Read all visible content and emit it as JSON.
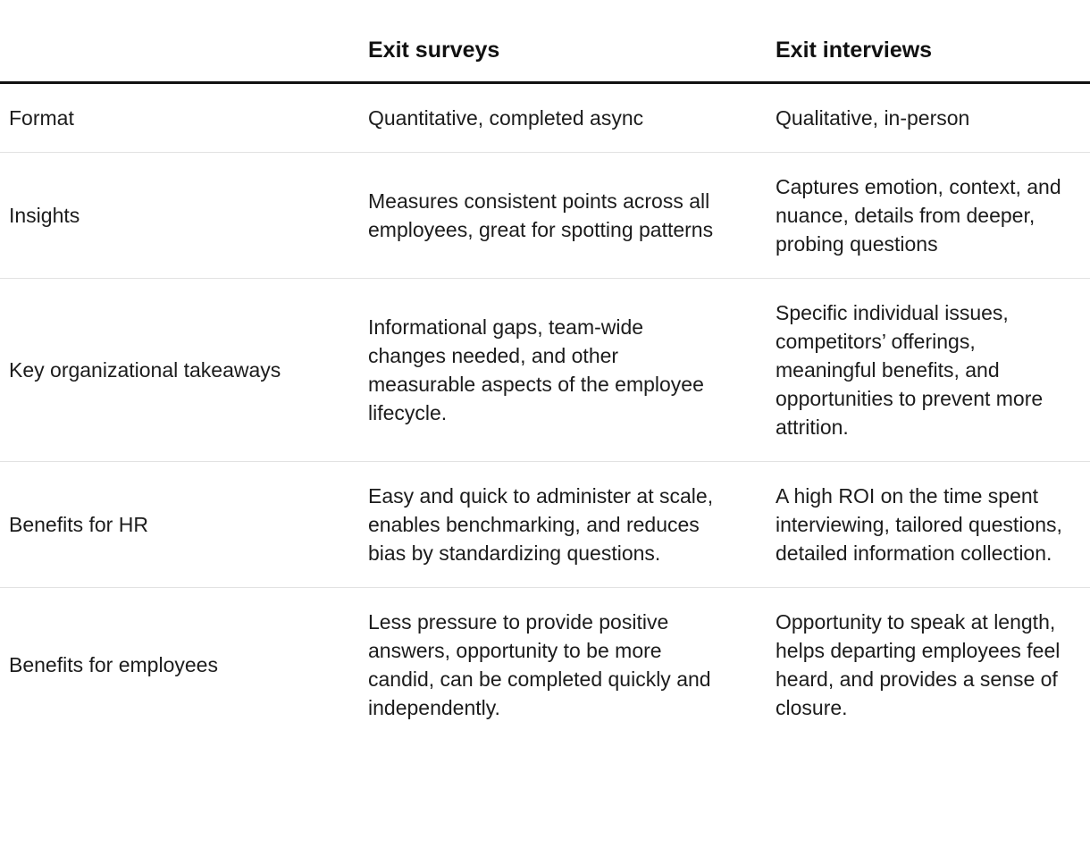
{
  "table": {
    "columns": [
      "",
      "Exit surveys",
      "Exit interviews"
    ],
    "rows": [
      [
        "Format",
        "Quantitative, completed async",
        "Qualitative, in-person"
      ],
      [
        "Insights",
        "Measures consistent points across all employees, great for spotting patterns",
        "Captures emotion, context, and nuance, details from deeper, probing questions"
      ],
      [
        "Key organizational takeaways",
        "Informational gaps, team-wide changes needed, and other measurable aspects of the employee lifecycle.",
        "Specific individual issues, competitors’ offerings, meaningful benefits, and opportunities to prevent more attrition."
      ],
      [
        "Benefits for HR",
        "Easy and quick to administer at scale, enables benchmarking, and reduces bias by standardizing questions.",
        "A high ROI on the time spent interviewing, tailored questions, detailed information collection."
      ],
      [
        "Benefits for employees",
        "Less pressure to provide positive answers, opportunity to be more candid, can be completed quickly and independently.",
        "Opportunity to speak at length, helps departing employees feel heard, and provides a sense of closure."
      ]
    ]
  }
}
